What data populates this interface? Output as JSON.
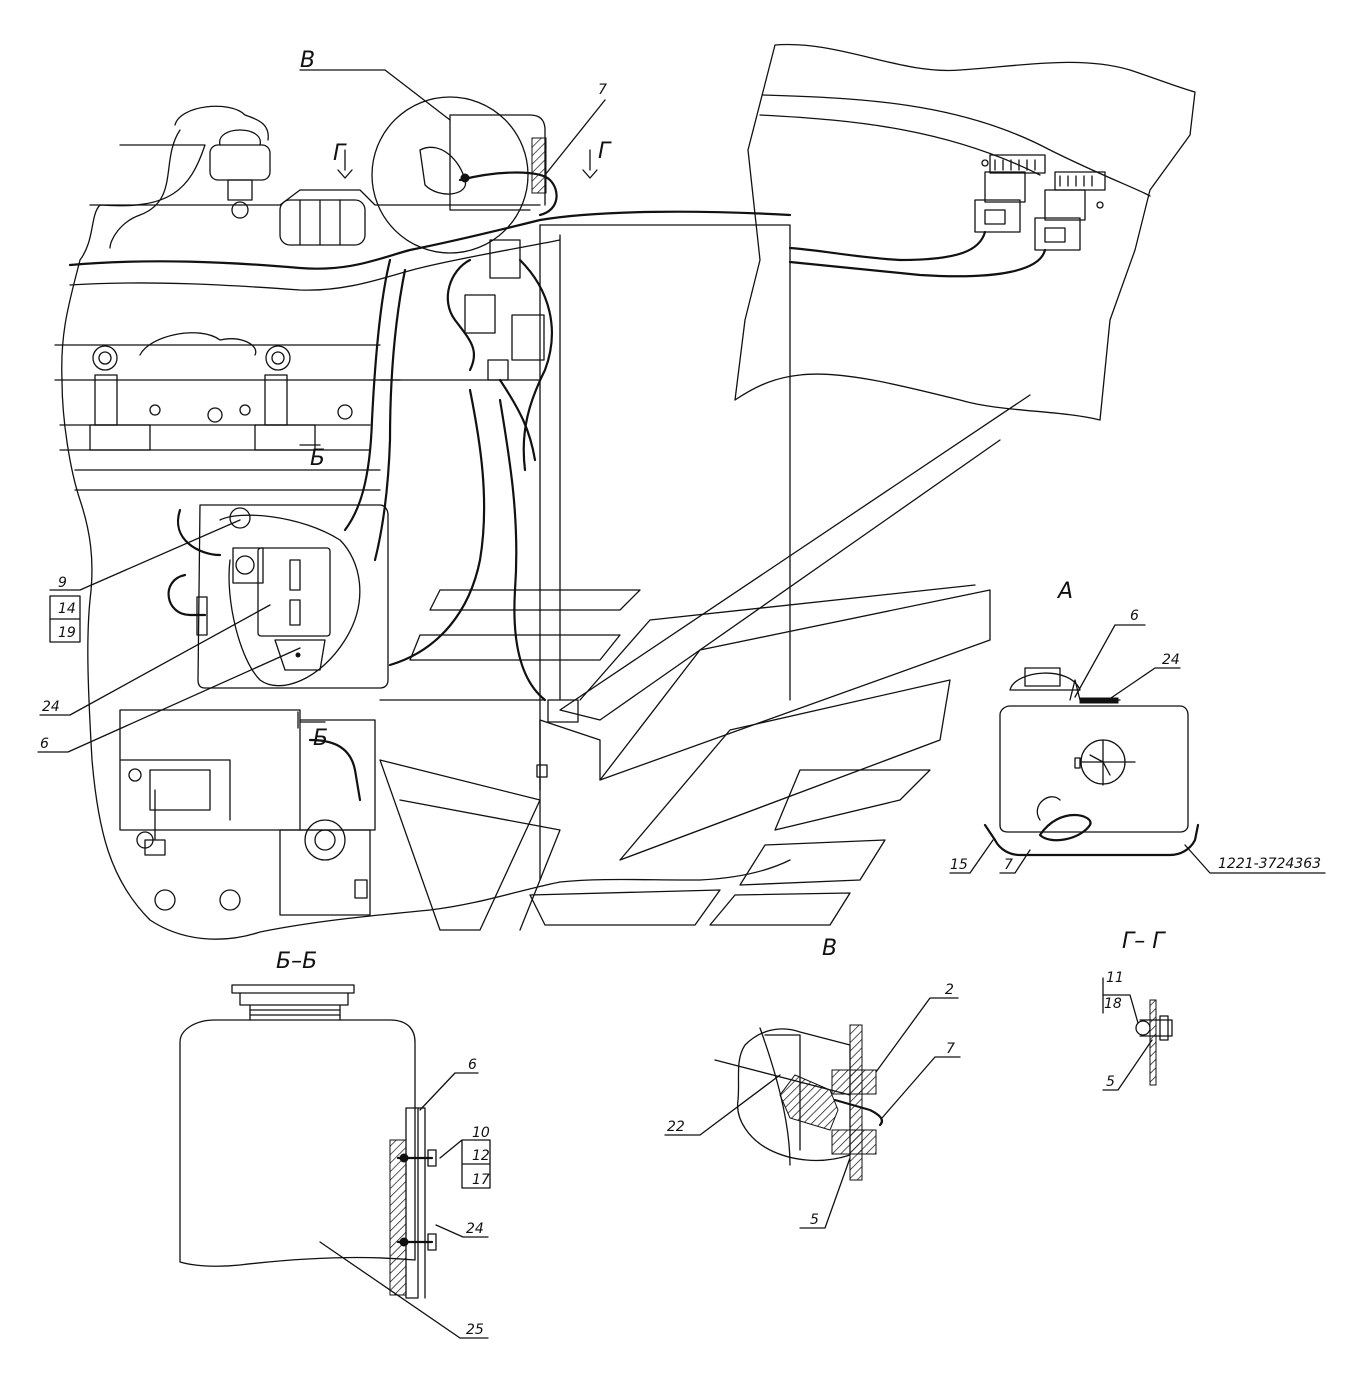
{
  "views": {
    "view_v": "В",
    "view_g": "Г",
    "view_b": "Б",
    "view_a": "А",
    "section_bb": "Б–Б",
    "section_v": "В",
    "section_gg": "Г– Г"
  },
  "main_view_callouts": {
    "item_7": "7",
    "item_9": "9",
    "item_14": "14",
    "item_19": "19",
    "item_24": "24",
    "item_6": "6"
  },
  "view_a_callouts": {
    "item_6": "6",
    "item_24": "24",
    "item_15": "15",
    "item_7": "7",
    "part_number": "1221-3724363"
  },
  "section_bb_callouts": {
    "item_6": "6",
    "item_10": "10",
    "item_12": "12",
    "item_17": "17",
    "item_24": "24",
    "item_25": "25"
  },
  "section_v_callouts": {
    "item_2": "2",
    "item_7": "7",
    "item_22": "22",
    "item_5": "5"
  },
  "section_gg_callouts": {
    "item_11": "11",
    "item_18": "18",
    "item_5": "5"
  }
}
